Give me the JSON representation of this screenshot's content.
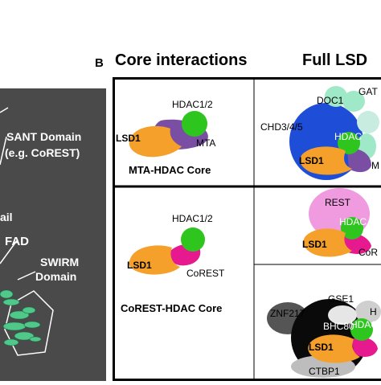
{
  "panel_a": {
    "labels": [
      "SANT Domain",
      "(e.g. CoREST)",
      "ail",
      "FAD",
      "SWIRM",
      "Domain"
    ]
  },
  "panel_b": {
    "letter": "B",
    "headings": [
      "Core interactions",
      "Full LSD"
    ],
    "cells": {
      "mta_core": {
        "hdac": "HDAC1/2",
        "lsd1": "LSD1",
        "mta": "MTA",
        "title": "MTA-HDAC Core"
      },
      "corest_core": {
        "hdac": "HDAC1/2",
        "lsd1": "LSD1",
        "corest": "CoREST",
        "title": "CoREST-HDAC Core"
      },
      "full_mta": {
        "doc1": "DOC1",
        "gat": "GAT",
        "chd": "CHD3/4/5",
        "hdac": "HDAC",
        "lsd1": "LSD1",
        "m": "M"
      },
      "full_rest": {
        "rest": "REST",
        "hdac": "HDAC",
        "lsd1": "LSD1",
        "cor": "CoR"
      },
      "full_corest": {
        "gse1": "GSE1",
        "h": "H",
        "znf": "ZNF217",
        "bhc80": "BHC80",
        "hdac": "HDAC",
        "lsd1": "LSD1",
        "ctbp1": "CTBP1"
      }
    }
  },
  "colors": {
    "lsd1": "#f5a02a",
    "hdac": "#2fc51f",
    "mta": "#7a4fa3",
    "corest": "#e6198e",
    "chd": "#1e4ed8",
    "gat": "#9fe8c8",
    "rest": "#f09be0",
    "grey_protein": "#555555",
    "panel_bg": "#4a4a4a"
  }
}
